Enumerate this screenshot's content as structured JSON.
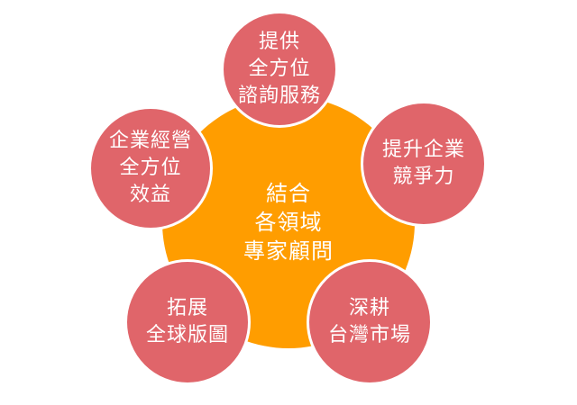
{
  "center": {
    "lines": [
      "結合",
      "各領域",
      "專家顧問"
    ],
    "color": "#ff9d00"
  },
  "nodes": {
    "color": "#e0656a",
    "top": {
      "lines": [
        "提供",
        "全方位",
        "諮詢服務"
      ]
    },
    "left": {
      "lines": [
        "企業經營",
        "全方位",
        "效益"
      ]
    },
    "right": {
      "lines": [
        "提升企業",
        "競爭力"
      ]
    },
    "bottom_left": {
      "lines": [
        "拓展",
        "全球版圖"
      ]
    },
    "bottom_right": {
      "lines": [
        "深耕",
        "台灣市場"
      ]
    }
  }
}
